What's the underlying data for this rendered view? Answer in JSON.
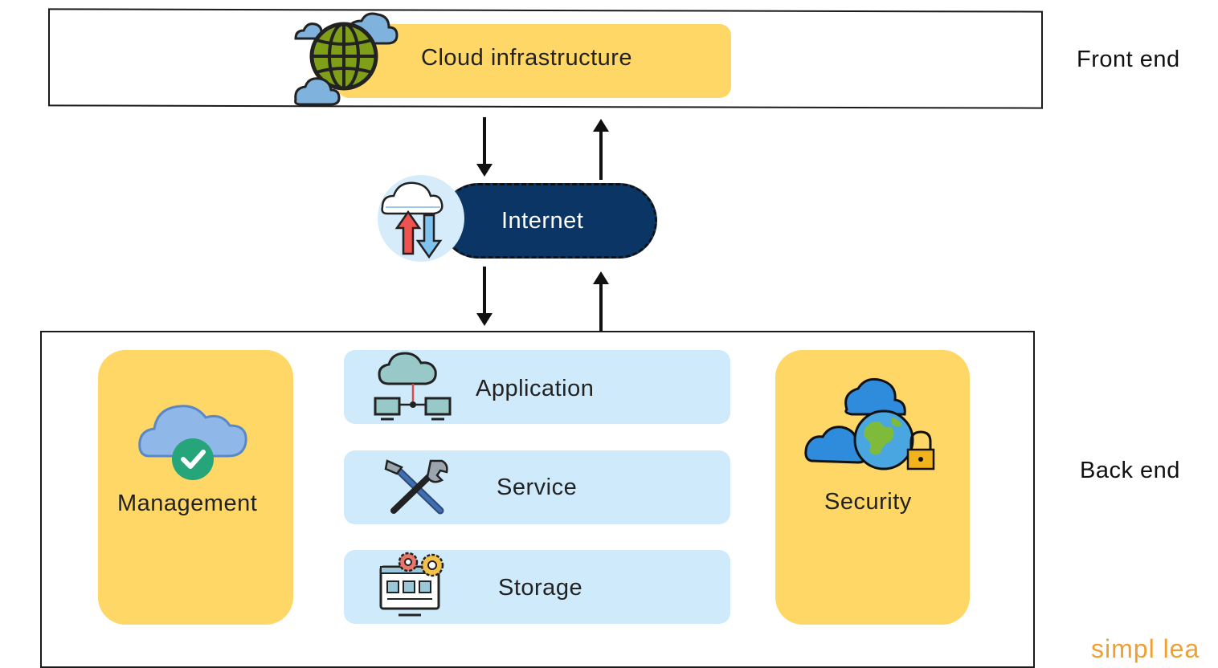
{
  "colors": {
    "yellow": "#ffd766",
    "light_blue": "#cfeafb",
    "internet_navy": "#0b3564",
    "outline": "#1a1a1a"
  },
  "front_end": {
    "side_label": "Front end",
    "box_label": "Cloud infrastructure",
    "icon": "globe-with-clouds-icon"
  },
  "internet": {
    "label": "Internet",
    "icon": "cloud-upload-download-icon"
  },
  "back_end": {
    "side_label": "Back end",
    "management": {
      "label": "Management",
      "icon": "cloud-check-icon"
    },
    "layers": [
      {
        "label": "Application",
        "icon": "cloud-network-icon"
      },
      {
        "label": "Service",
        "icon": "hammer-wrench-icon"
      },
      {
        "label": "Storage",
        "icon": "monitor-gears-icon"
      }
    ],
    "security": {
      "label": "Security",
      "icon": "globe-cloud-lock-icon"
    }
  },
  "watermark": "simpl lea"
}
